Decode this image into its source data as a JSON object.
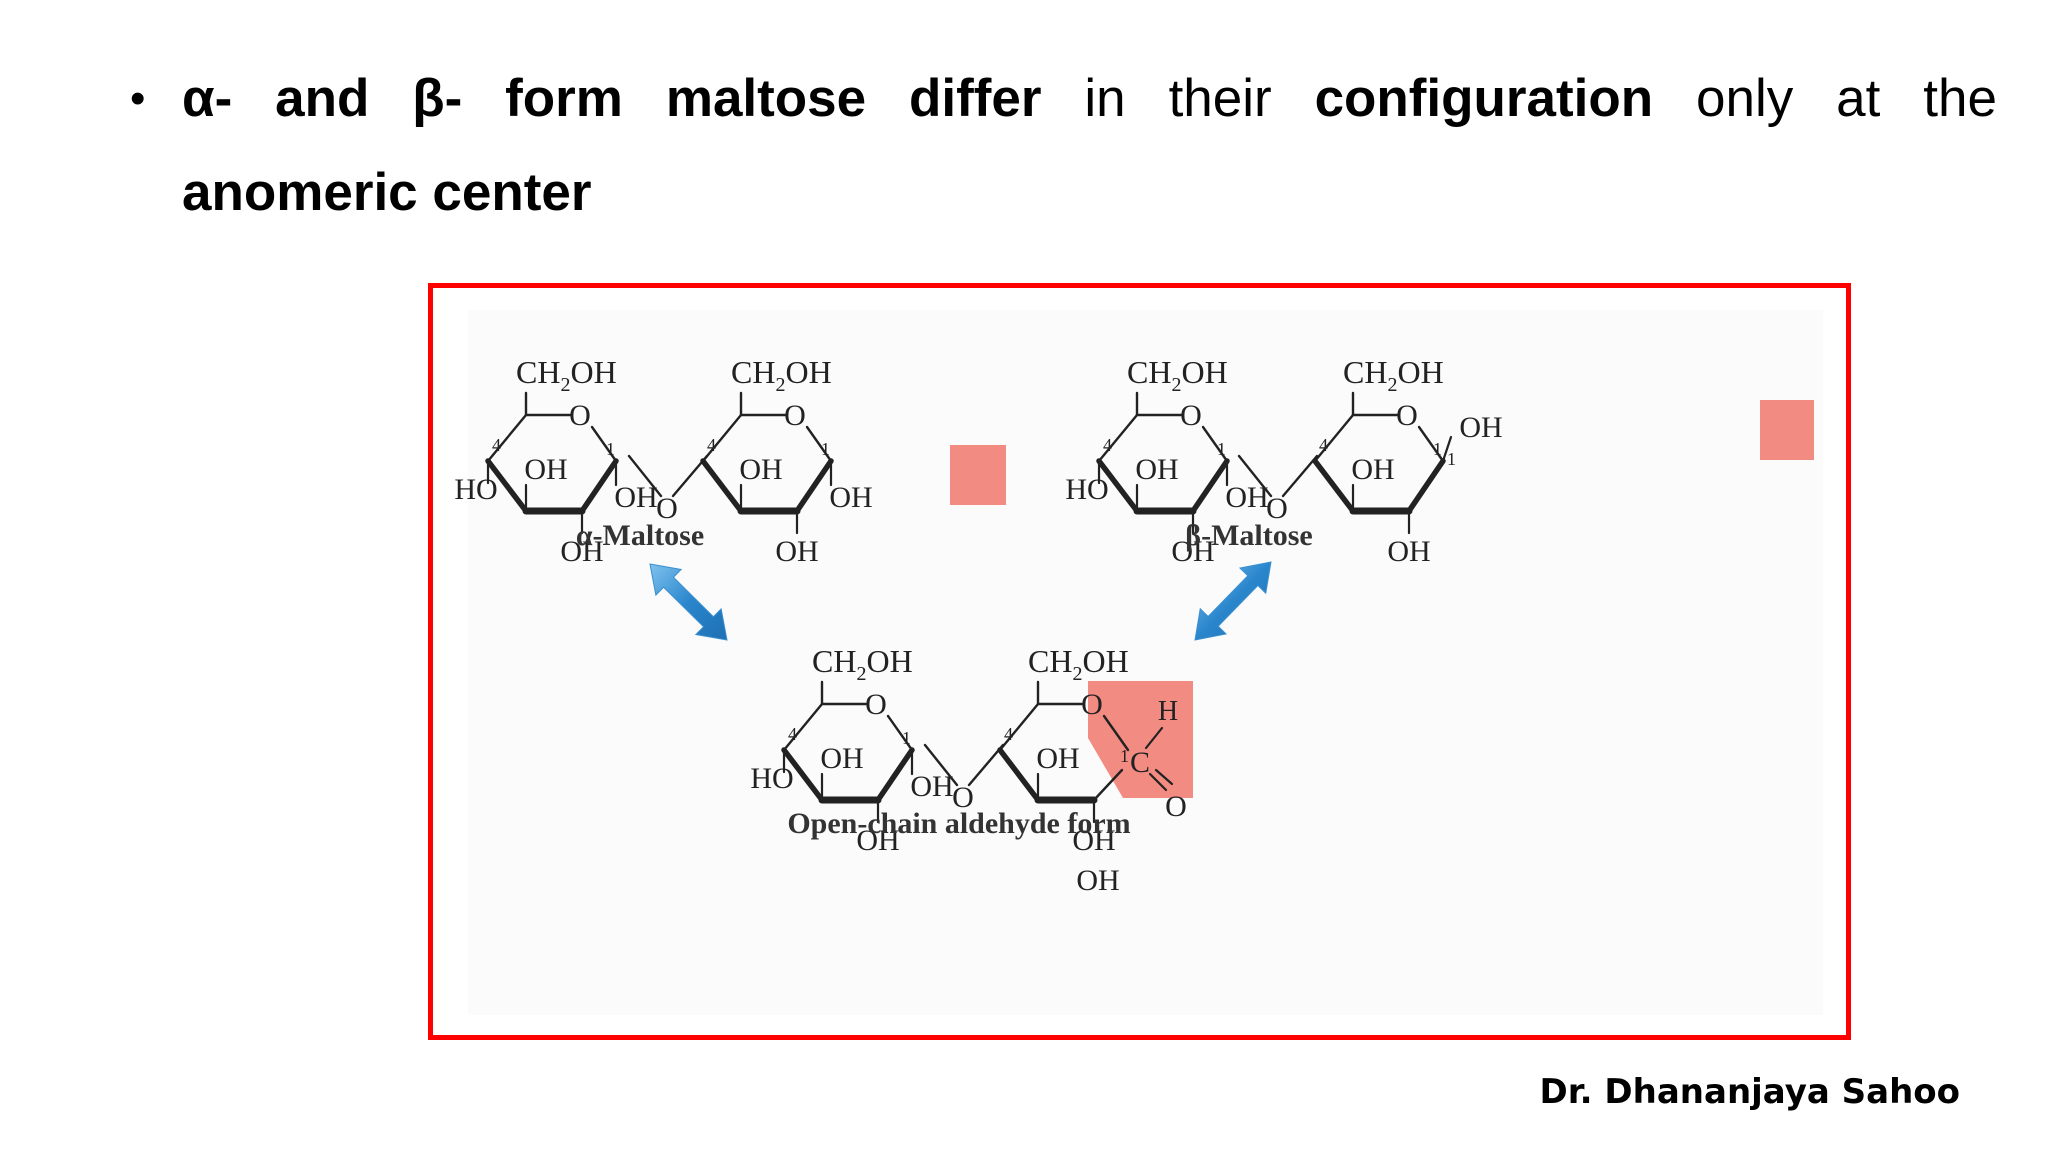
{
  "bullet": {
    "words": [
      {
        "text": "α-",
        "bold": true
      },
      {
        "text": "and",
        "bold": true
      },
      {
        "text": "β-",
        "bold": true
      },
      {
        "text": "form",
        "bold": true
      },
      {
        "text": "maltose",
        "bold": true
      },
      {
        "text": "differ",
        "bold": true
      },
      {
        "text": "in",
        "bold": false
      },
      {
        "text": "their",
        "bold": false
      },
      {
        "text": "configuration",
        "bold": true
      },
      {
        "text": "only",
        "bold": false
      },
      {
        "text": "at",
        "bold": false
      },
      {
        "text": "the",
        "bold": false
      }
    ],
    "line2": "anomeric center"
  },
  "figure": {
    "labels": {
      "ch2oh": "CH",
      "ch2oh_sub": "2",
      "ch2oh_tail": "OH",
      "o": "O",
      "oh": "OH",
      "ho": "HO",
      "h": "H",
      "c": "C",
      "c4": "4",
      "c1": "1"
    },
    "captions": {
      "alpha": "α-Maltose",
      "beta": "β-Maltose",
      "open": "Open-chain aldehyde form"
    },
    "colors": {
      "highlight": "#f28b82",
      "arrow": "#3a8fd0",
      "frame": "#ff0000"
    }
  },
  "credit": "Dr. Dhananjaya Sahoo"
}
